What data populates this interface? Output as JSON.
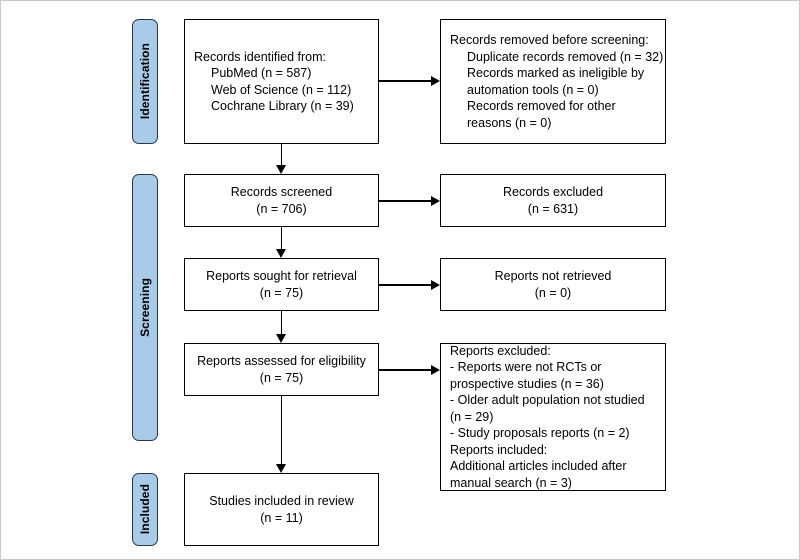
{
  "diagram": {
    "type": "prisma-flow-diagram",
    "accent_color": "#a8cbe8",
    "border_color": "#23384f",
    "box_border_color": "#000000",
    "stages": [
      {
        "id": "identification",
        "label": "Identification"
      },
      {
        "id": "screening",
        "label": "Screening"
      },
      {
        "id": "included",
        "label": "Included"
      }
    ],
    "boxes": {
      "records_identified": {
        "lines": [
          "Records identified from:",
          "PubMed (n = 587)",
          "Web of Science (n = 112)",
          "Cochrane Library (n = 39)"
        ]
      },
      "records_removed": {
        "lines": [
          "Records removed before screening:",
          "Duplicate records removed (n = 32)",
          "Records marked as ineligible by",
          "automation tools (n = 0)",
          "Records removed for other",
          "reasons (n = 0)"
        ]
      },
      "records_screened": {
        "lines": [
          "Records screened",
          "(n = 706)"
        ]
      },
      "records_excluded": {
        "lines": [
          "Records excluded",
          "(n = 631)"
        ]
      },
      "reports_sought": {
        "lines": [
          "Reports sought for retrieval",
          "(n = 75)"
        ]
      },
      "reports_not_retrieved": {
        "lines": [
          "Reports not retrieved",
          "(n = 0)"
        ]
      },
      "reports_assessed": {
        "lines": [
          "Reports assessed for eligibility",
          "(n = 75)"
        ]
      },
      "reports_excluded": {
        "lines": [
          "Reports excluded:",
          "- Reports were not RCTs or",
          "prospective studies (n = 36)",
          "- Older adult population not studied",
          "(n = 29)",
          "- Study proposals reports (n = 2)",
          "",
          "Reports included:",
          "Additional articles included after",
          "manual search (n = 3)"
        ]
      },
      "studies_included": {
        "lines": [
          "Studies included in review",
          "(n = 11)"
        ]
      }
    }
  }
}
